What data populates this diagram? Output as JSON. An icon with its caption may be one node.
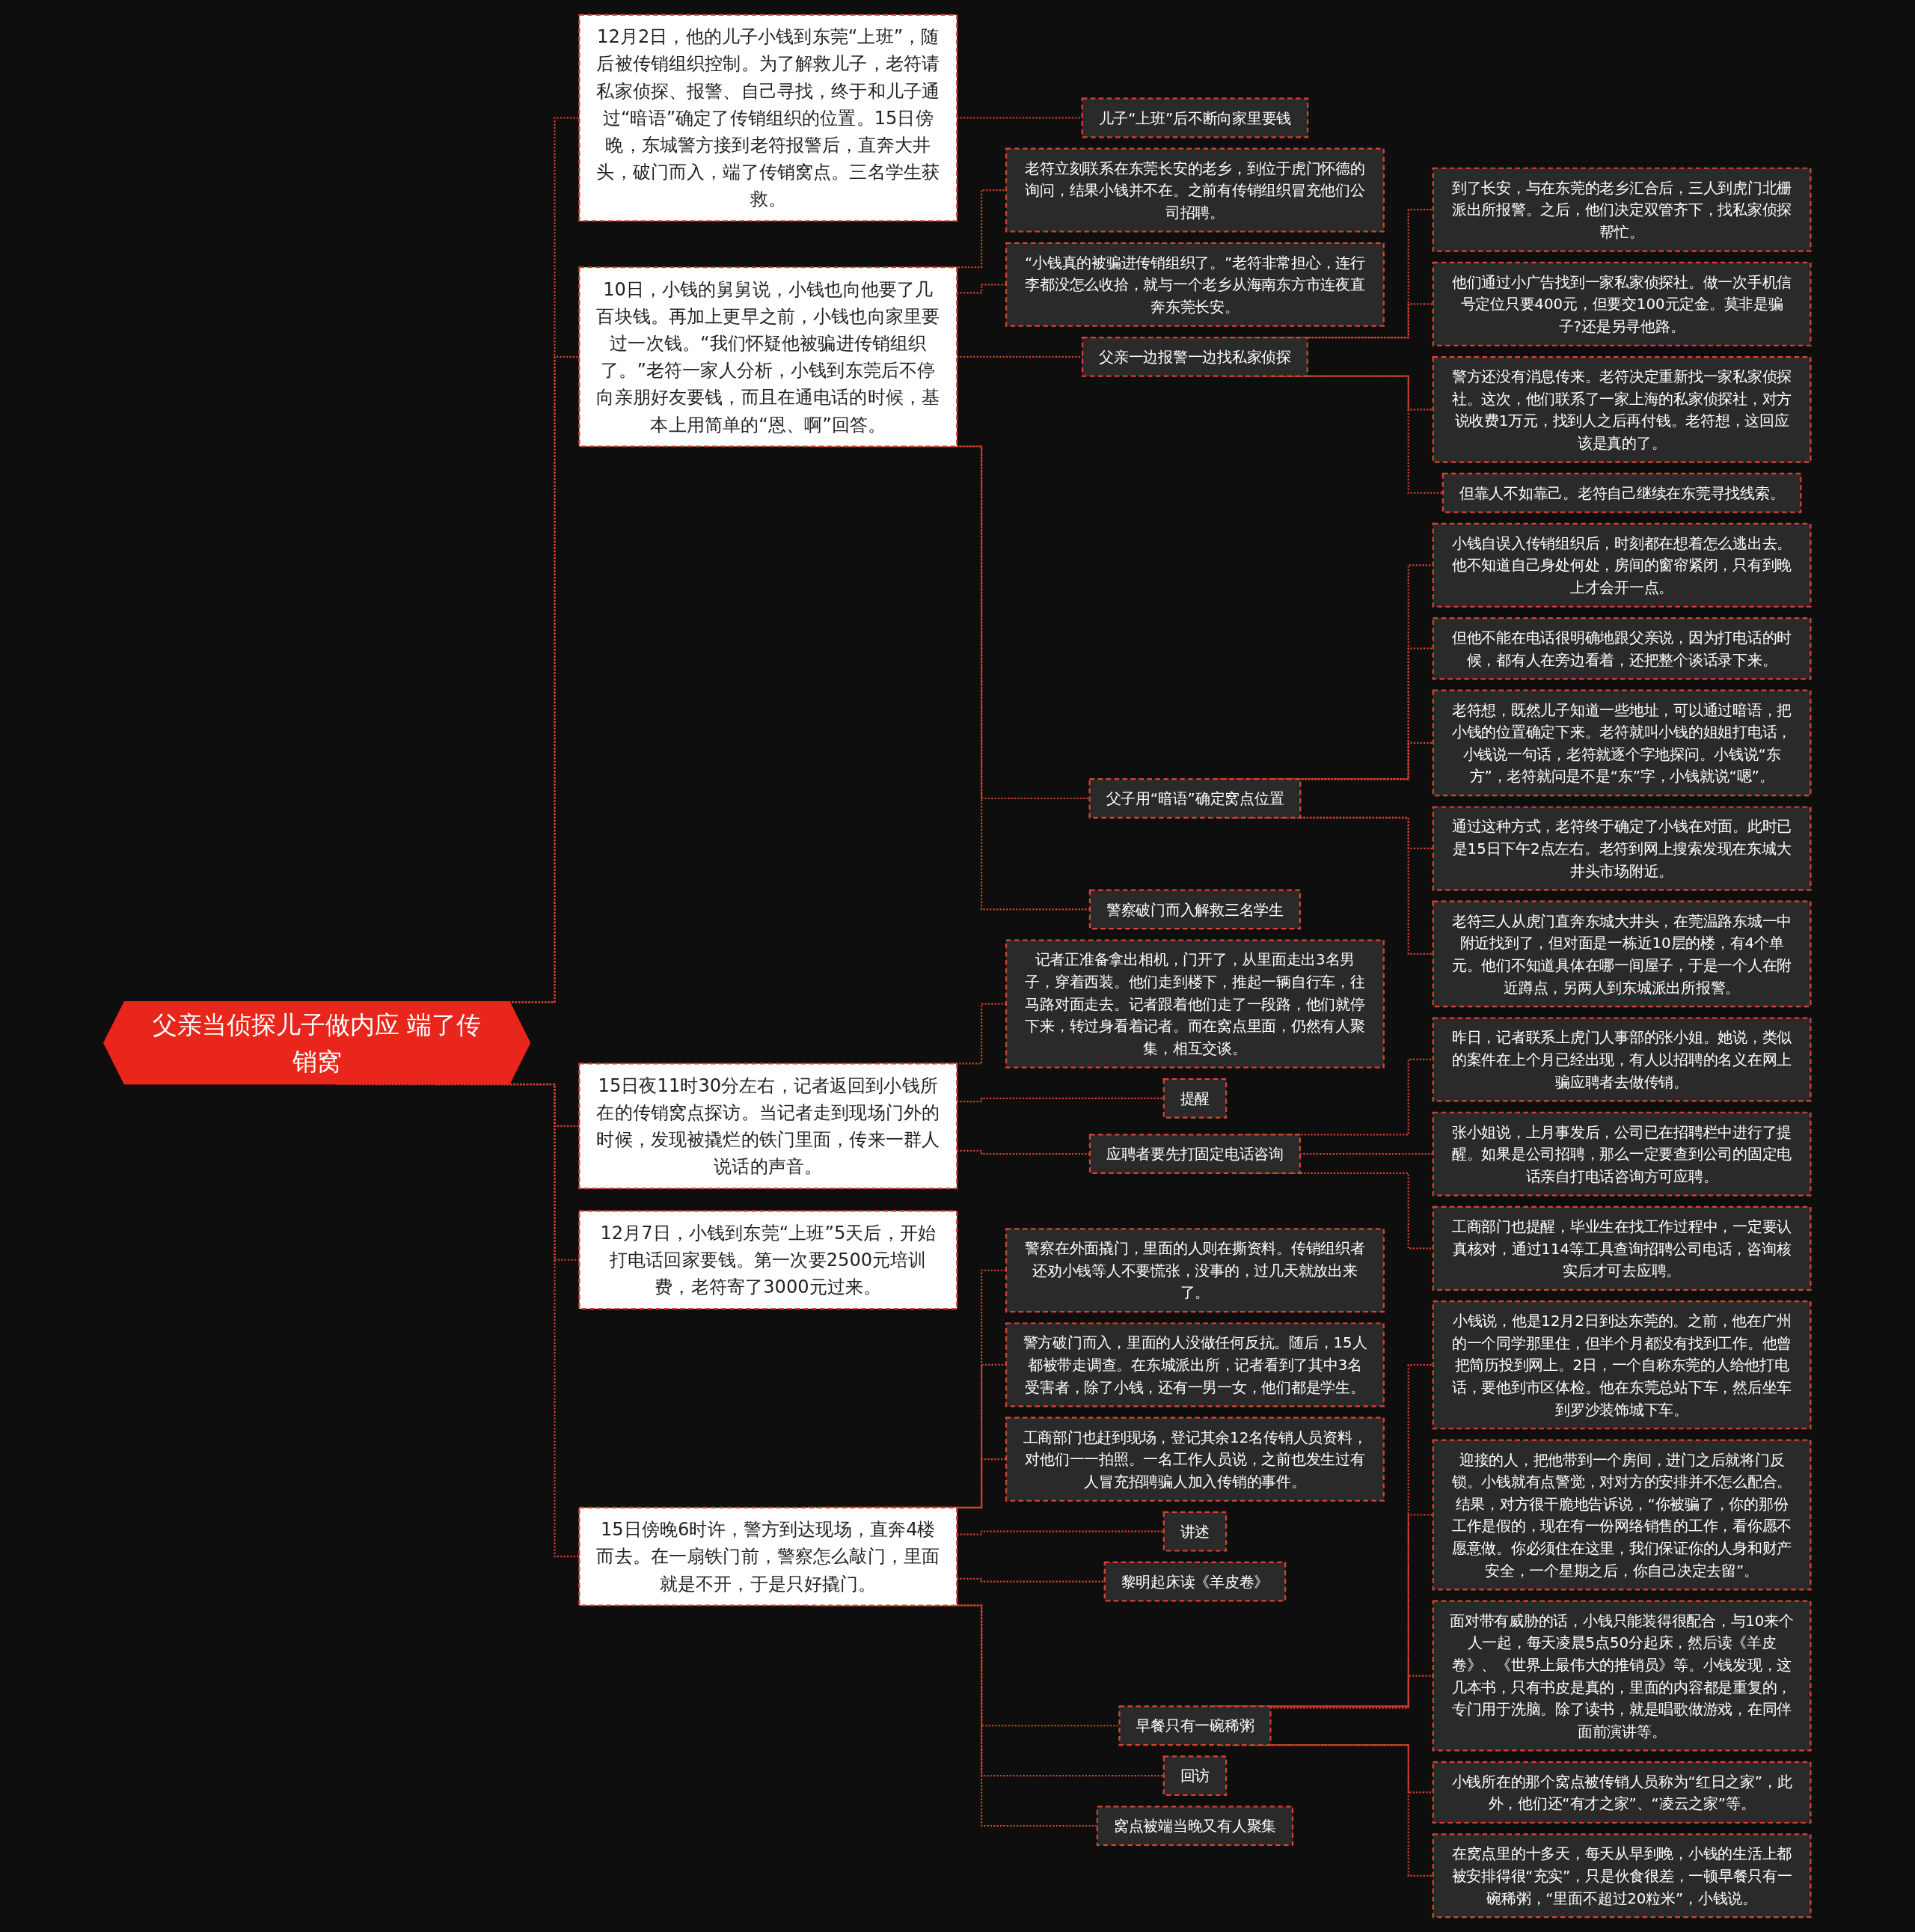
{
  "diagram": {
    "nodes": [
      {
        "text": [
          "父亲当侦探儿子做内应 端了传销窝"
        ]
      },
      {
        "text": [
          "12月2日，他的儿子小钱到东莞“上班”，随后被传销组织控制。为了解救儿子，老符请私家侦探、报警、自己寻找，终于和儿子通过“暗语”确定了传销组织的位置。15日傍晚，东城警方接到老符报警后，直奔大井头，破门而入，端了传销窝点。三名学生获救。"
        ]
      },
      {
        "text": [
          "儿子“上班”后不断向家里要钱"
        ]
      },
      {
        "text": [
          "10日，小钱的舅舅说，小钱也向他要了几百块钱。再加上更早之前，小钱也向家里要过一次钱。“我们怀疑他被骗进传销组织了。”老符一家人分析，小钱到东莞后不停向亲朋好友要钱，而且在通电话的时候，基本上用简单的“恩、啊”回答。"
        ]
      },
      {
        "text": [
          "老符立刻联系在东莞长安的老乡，到位于虎门怀德的询问，结果小钱并不在。之前有传销组织冒充他们公司招聘。"
        ]
      },
      {
        "text": [
          "“小钱真的被骗进传销组织了。”老符非常担心，连行李都没怎么收拾，就与一个老乡从海南东方市连夜直奔东莞长安。"
        ]
      },
      {
        "text": [
          "父亲一边报警一边找私家侦探"
        ]
      },
      {
        "text": [
          "到了长安，与在东莞的老乡汇合后，三人到虎门北栅派出所报警。之后，他们决定双管齐下，找私家侦探帮忙。"
        ]
      },
      {
        "text": [
          "他们通过小广告找到一家私家侦探社。做一次手机信号定位只要400元，但要交100元定金。莫非是骗子?还是另寻他路。"
        ]
      },
      {
        "text": [
          "警方还没有消息传来。老符决定重新找一家私家侦探社。这次，他们联系了一家上海的私家侦探社，对方说收费1万元，找到人之后再付钱。老符想，这回应该是真的了。"
        ]
      },
      {
        "text": [
          "但靠人不如靠己。老符自己继续在东莞寻找线索。"
        ]
      },
      {
        "text": [
          "父子用“暗语”确定窝点位置"
        ]
      },
      {
        "text": [
          "小钱自误入传销组织后，时刻都在想着怎么逃出去。他不知道自己身处何处，房间的窗帘紧闭，只有到晚上才会开一点。"
        ]
      },
      {
        "text": [
          "但他不能在电话很明确地跟父亲说，因为打电话的时候，都有人在旁边看着，还把整个谈话录下来。"
        ]
      },
      {
        "text": [
          "老符想，既然儿子知道一些地址，可以通过暗语，把小钱的位置确定下来。老符就叫小钱的姐姐打电话，小钱说一句话，老符就逐个字地探问。小钱说“东方”，老符就问是不是“东”字，小钱就说“嗯”。"
        ]
      },
      {
        "text": [
          "通过这种方式，老符终于确定了小钱在对面。此时已是15日下午2点左右。老符到网上搜索发现在东城大井头市场附近。"
        ]
      },
      {
        "text": [
          "老符三人从虎门直奔东城大井头，在莞温路东城一中附近找到了，但对面是一栋近10层的楼，有4个单元。他们不知道具体在哪一间屋子，于是一个人在附近蹲点，另两人到东城派出所报警。"
        ]
      },
      {
        "text": [
          "警察破门而入解救三名学生"
        ]
      },
      {
        "text": [
          "15日夜11时30分左右，记者返回到小钱所在的传销窝点探访。当记者走到现场门外的时候，发现被撬烂的铁门里面，传来一群人说话的声音。"
        ]
      },
      {
        "text": [
          "记者正准备拿出相机，门开了，从里面走出3名男子，穿着西装。他们走到楼下，推起一辆自行车，往马路对面走去。记者跟着他们走了一段路，他们就停下来，转过身看着记者。而在窝点里面，仍然有人聚集，相互交谈。"
        ]
      },
      {
        "text": [
          "提醒"
        ]
      },
      {
        "text": [
          "应聘者要先打固定电话咨询"
        ]
      },
      {
        "text": [
          "昨日，记者联系上虎门人事部的张小姐。她说，类似的案件在上个月已经出现，有人以招聘的名义在网上骗应聘者去做传销。"
        ]
      },
      {
        "text": [
          "张小姐说，上月事发后，公司已在招聘栏中进行了提醒。如果是公司招聘，那么一定要查到公司的固定电话亲自打电话咨询方可应聘。"
        ]
      },
      {
        "text": [
          "工商部门也提醒，毕业生在找工作过程中，一定要认真核对，通过114等工具查询招聘公司电话，咨询核实后才可去应聘。"
        ]
      },
      {
        "text": [
          "12月7日，小钱到东莞“上班”5天后，开始打电话回家要钱。第一次要2500元培训费，老符寄了3000元过来。"
        ]
      },
      {
        "text": [
          "15日傍晚6时许，警方到达现场，直奔4楼而去。在一扇铁门前，警察怎么敲门，里面就是不开，于是只好撬门。"
        ]
      },
      {
        "text": [
          "警察在外面撬门，里面的人则在撕资料。传销组织者还劝小钱等人不要慌张，没事的，过几天就放出来了。"
        ]
      },
      {
        "text": [
          "警方破门而入，里面的人没做任何反抗。随后，15人都被带走调查。在东城派出所，记者看到了其中3名受害者，除了小钱，还有一男一女，他们都是学生。"
        ]
      },
      {
        "text": [
          "工商部门也赶到现场，登记其余12名传销人员资料，对他们一一拍照。一名工作人员说，之前也发生过有人冒充招聘骗人加入传销的事件。"
        ]
      },
      {
        "text": [
          "讲述"
        ]
      },
      {
        "text": [
          "黎明起床读《羊皮卷》"
        ]
      },
      {
        "text": [
          "早餐只有一碗稀粥"
        ]
      },
      {
        "text": [
          "小钱说，他是12月2日到达东莞的。之前，他在广州的一个同学那里住，但半个月都没有找到工作。他曾把简历投到网上。2日，一个自称东莞的人给他打电话，要他到市区体检。他在东莞总站下车，然后坐车到罗沙装饰城下车。"
        ]
      },
      {
        "text": [
          "迎接的人，把他带到一个房间，进门之后就将门反锁。小钱就有点警觉，对对方的安排并不怎么配合。结果，对方很干脆地告诉说，“你被骗了，你的那份工作是假的，现在有一份网络销售的工作，看你愿不愿意做。你必须住在这里，我们保证你的人身和财产安全，一个星期之后，你自己决定去留”。"
        ]
      },
      {
        "text": [
          "面对带有威胁的话，小钱只能装得很配合，与10来个人一起，每天凌晨5点50分起床，然后读《羊皮卷》、《世界上最伟大的推销员》等。小钱发现，这几本书，只有书皮是真的，里面的内容都是重复的，专门用于洗脑。除了读书，就是唱歌做游戏，在同伴面前演讲等。"
        ]
      },
      {
        "text": [
          "小钱所在的那个窝点被传销人员称为“红日之家”，此外，他们还“有才之家”、“凌云之家”等。"
        ]
      },
      {
        "text": [
          "在窝点里的十多天，每天从早到晚，小钱的生活上都被安排得很“充实”，只是伙食很差，一顿早餐只有一碗稀粥，“里面不超过20粒米”，小钱说。"
        ]
      },
      {
        "text": [
          "回访"
        ]
      },
      {
        "text": [
          "窝点被端当晚又有人聚集"
        ]
      }
    ],
    "edges": [
      {
        "from": 0,
        "to": 1,
        "arrow": "none",
        "style": "dashed"
      },
      {
        "from": 1,
        "to": 2,
        "arrow": "none",
        "style": "dashed"
      },
      {
        "from": 0,
        "to": 3,
        "arrow": "none",
        "style": "dashed"
      },
      {
        "from": 3,
        "to": 4,
        "arrow": "none",
        "style": "dashed"
      },
      {
        "from": 3,
        "to": 5,
        "arrow": "none",
        "style": "dashed"
      },
      {
        "from": 3,
        "to": 6,
        "arrow": "none",
        "style": "dashed"
      },
      {
        "from": 6,
        "to": 7,
        "arrow": "none",
        "style": "dashed"
      },
      {
        "from": 6,
        "to": 8,
        "arrow": "none",
        "style": "dashed"
      },
      {
        "from": 6,
        "to": 9,
        "arrow": "none",
        "style": "dashed"
      },
      {
        "from": 6,
        "to": 10,
        "arrow": "none",
        "style": "dashed"
      },
      {
        "from": 3,
        "to": 11,
        "arrow": "none",
        "style": "dashed"
      },
      {
        "from": 11,
        "to": 12,
        "arrow": "none",
        "style": "dashed"
      },
      {
        "from": 11,
        "to": 13,
        "arrow": "none",
        "style": "dashed"
      },
      {
        "from": 11,
        "to": 14,
        "arrow": "none",
        "style": "dashed"
      },
      {
        "from": 11,
        "to": 15,
        "arrow": "none",
        "style": "dashed"
      },
      {
        "from": 11,
        "to": 16,
        "arrow": "none",
        "style": "dashed"
      },
      {
        "from": 3,
        "to": 17,
        "arrow": "none",
        "style": "dashed"
      },
      {
        "from": 0,
        "to": 18,
        "arrow": "none",
        "style": "dashed"
      },
      {
        "from": 18,
        "to": 19,
        "arrow": "none",
        "style": "dashed"
      },
      {
        "from": 18,
        "to": 20,
        "arrow": "none",
        "style": "dashed"
      },
      {
        "from": 18,
        "to": 21,
        "arrow": "none",
        "style": "dashed"
      },
      {
        "from": 21,
        "to": 22,
        "arrow": "none",
        "style": "dashed"
      },
      {
        "from": 21,
        "to": 23,
        "arrow": "none",
        "style": "dashed"
      },
      {
        "from": 21,
        "to": 24,
        "arrow": "none",
        "style": "dashed"
      },
      {
        "from": 0,
        "to": 25,
        "arrow": "none",
        "style": "dashed"
      },
      {
        "from": 0,
        "to": 26,
        "arrow": "none",
        "style": "dashed"
      },
      {
        "from": 26,
        "to": 27,
        "arrow": "none",
        "style": "dashed"
      },
      {
        "from": 26,
        "to": 28,
        "arrow": "none",
        "style": "dashed"
      },
      {
        "from": 26,
        "to": 29,
        "arrow": "none",
        "style": "dashed"
      },
      {
        "from": 26,
        "to": 30,
        "arrow": "none",
        "style": "dashed"
      },
      {
        "from": 26,
        "to": 31,
        "arrow": "none",
        "style": "dashed"
      },
      {
        "from": 26,
        "to": 32,
        "arrow": "none",
        "style": "dashed"
      },
      {
        "from": 32,
        "to": 33,
        "arrow": "none",
        "style": "dashed"
      },
      {
        "from": 32,
        "to": 34,
        "arrow": "none",
        "style": "dashed"
      },
      {
        "from": 32,
        "to": 35,
        "arrow": "none",
        "style": "dashed"
      },
      {
        "from": 32,
        "to": 36,
        "arrow": "none",
        "style": "dashed"
      },
      {
        "from": 32,
        "to": 37,
        "arrow": "none",
        "style": "dashed"
      },
      {
        "from": 26,
        "to": 38,
        "arrow": "none",
        "style": "dashed"
      },
      {
        "from": 26,
        "to": 39,
        "arrow": "none",
        "style": "dashed"
      }
    ]
  }
}
